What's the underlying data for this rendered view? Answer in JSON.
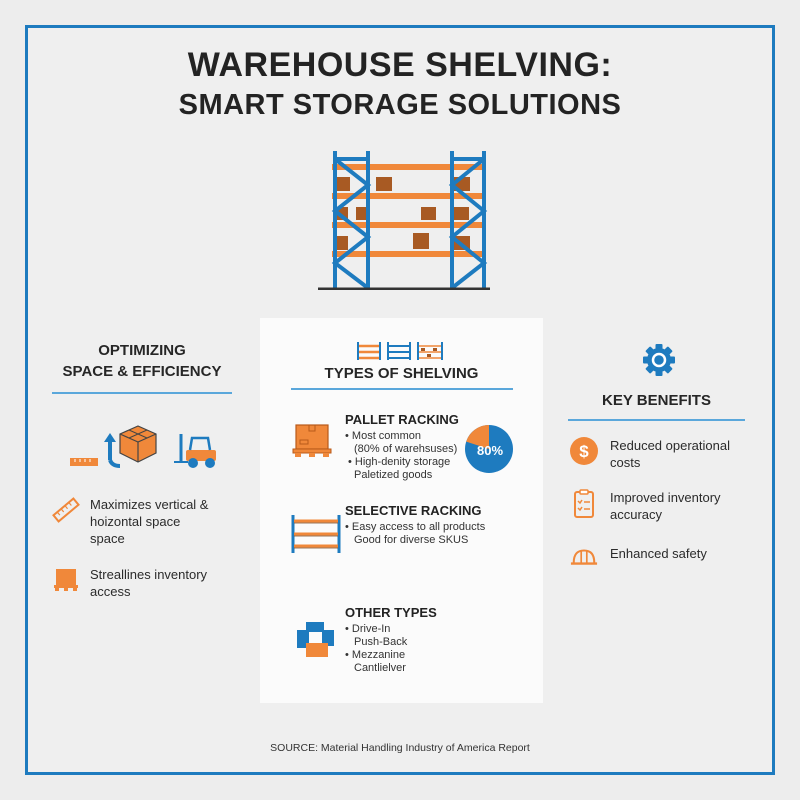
{
  "header": {
    "title_line1": "WAREHOUSE SHELVING:",
    "title_line2": "SMART STORAGE SOLUTIONS"
  },
  "colors": {
    "blue": "#1e7bbf",
    "orange": "#f0883a",
    "brown": "#a0522d",
    "text": "#232323",
    "rule": "#5aa7db"
  },
  "left": {
    "title_line1": "OPTIMIZING",
    "title_line2": "SPACE & EFFICIENCY",
    "icons": [
      "ruler-icon",
      "box-up-arrow-icon",
      "forklift-icon"
    ],
    "features": [
      {
        "icon": "ruler-icon",
        "lines": [
          "Maximizes vertical &",
          "hoizontal space",
          "space"
        ]
      },
      {
        "icon": "pallet-box-icon",
        "lines": [
          "Streallines inventory",
          "access"
        ]
      }
    ]
  },
  "center": {
    "title": "TYPES OF SHELVING",
    "types": [
      {
        "name": "PALLET RACKING",
        "icon": "pallet-box-icon",
        "lines": [
          "• Most common",
          "(80% of warehsuses)",
          "• High-denity storage",
          "Paletized goods"
        ],
        "stat": "80%"
      },
      {
        "name": "SELECTIVE RACKING",
        "icon": "rack-icon",
        "lines": [
          "• Easy access to all products",
          "Good for diverse SKUS"
        ]
      },
      {
        "name": "OTHER TYPES",
        "icon": "modules-icon",
        "lines": [
          "• Drive-In",
          "Push-Back",
          "• Mezzanine",
          "Cantlielver"
        ]
      }
    ]
  },
  "right": {
    "title": "KEY BENEFITS",
    "benefits": [
      {
        "icon": "dollar-icon",
        "lines": [
          "Reduced operational",
          "costs"
        ]
      },
      {
        "icon": "clipboard-icon",
        "lines": [
          "Improved inventory",
          "accuracy"
        ]
      },
      {
        "icon": "hard-hat-icon",
        "lines": [
          "Enhanced safety"
        ]
      }
    ]
  },
  "footer": {
    "source": "SOURCE: Material Handling Industry of America Report"
  },
  "chart_data": {
    "type": "pie",
    "title": "Pallet racking share of warehouses",
    "categories": [
      "Pallet racking",
      "Other"
    ],
    "values": [
      80,
      20
    ],
    "label": "80%"
  }
}
